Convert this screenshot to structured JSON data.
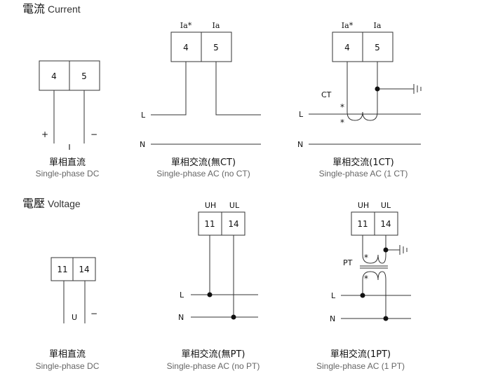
{
  "sections": {
    "current": {
      "zh": "電流",
      "en": "Current"
    },
    "voltage": {
      "zh": "電壓",
      "en": "Voltage"
    }
  },
  "diagrams": {
    "dc_current": {
      "terminals": [
        "4",
        "5"
      ],
      "plus": "+",
      "minus": "−",
      "signal": "I",
      "caption_zh": "單相直流",
      "caption_en": "Single-phase DC"
    },
    "ac_current_no_ct": {
      "terminal_labels": [
        "Ia*",
        "Ia"
      ],
      "terminals": [
        "4",
        "5"
      ],
      "line_l": "L",
      "line_n": "N",
      "caption_zh": "單相交流(無CT)",
      "caption_en": "Single-phase AC (no CT)"
    },
    "ac_current_1ct": {
      "terminal_labels": [
        "Ia*",
        "Ia"
      ],
      "terminals": [
        "4",
        "5"
      ],
      "ct_label": "CT",
      "star": "*",
      "line_l": "L",
      "line_n": "N",
      "caption_zh": "單相交流(1CT)",
      "caption_en": "Single-phase AC (1 CT)"
    },
    "dc_voltage": {
      "terminals": [
        "11",
        "14"
      ],
      "signal": "U",
      "minus": "−",
      "caption_zh": "單相直流",
      "caption_en": "Single-phase DC"
    },
    "ac_voltage_no_pt": {
      "terminal_labels": [
        "UH",
        "UL"
      ],
      "terminals": [
        "11",
        "14"
      ],
      "line_l": "L",
      "line_n": "N",
      "caption_zh": "單相交流(無PT)",
      "caption_en": "Single-phase AC (no PT)"
    },
    "ac_voltage_1pt": {
      "terminal_labels": [
        "UH",
        "UL"
      ],
      "terminals": [
        "11",
        "14"
      ],
      "pt_label": "PT",
      "star": "*",
      "line_l": "L",
      "line_n": "N",
      "caption_zh": "單相交流(1PT)",
      "caption_en": "Single-phase AC (1 PT)"
    }
  }
}
